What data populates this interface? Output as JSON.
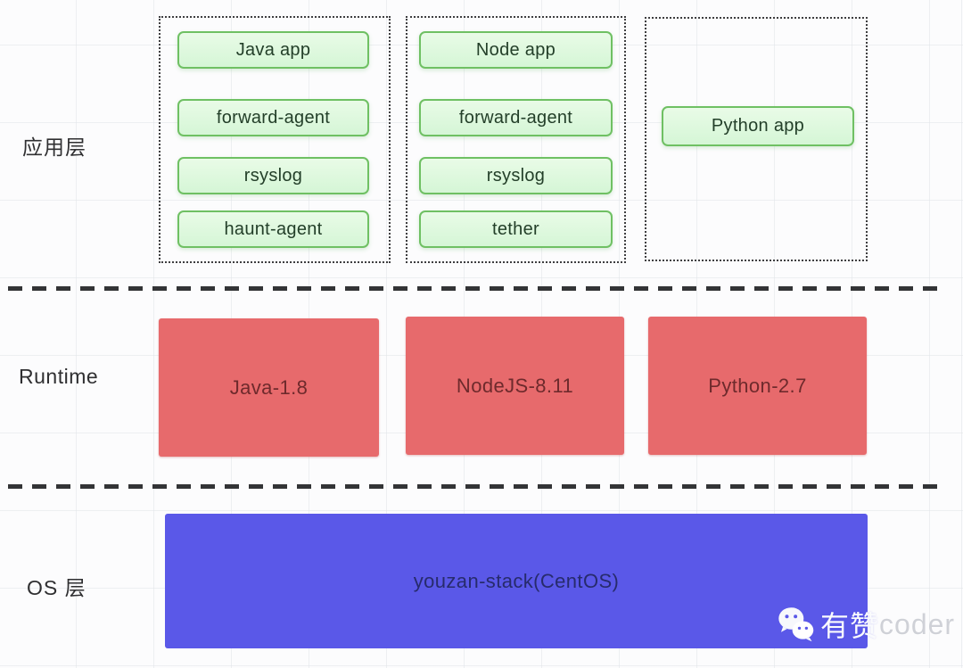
{
  "diagram": {
    "app_layer": {
      "label": "应用层",
      "groups": [
        {
          "name": "java-apps",
          "boxes": [
            "Java app",
            "forward-agent",
            "rsyslog",
            "haunt-agent"
          ]
        },
        {
          "name": "node-apps",
          "boxes": [
            "Node app",
            "forward-agent",
            "rsyslog",
            "tether"
          ]
        },
        {
          "name": "python-apps",
          "boxes": [
            "Python app"
          ]
        }
      ]
    },
    "runtime_layer": {
      "label": "Runtime",
      "boxes": [
        "Java-1.8",
        "NodeJS-8.11",
        "Python-2.7"
      ]
    },
    "os_layer": {
      "label": "OS 层",
      "box": "youzan-stack(CentOS)"
    }
  },
  "watermark": {
    "icon": "wechat-icon",
    "text_cn": "有赞",
    "text_en": "coder"
  },
  "colors": {
    "app_box_fill": "#dbf8da",
    "app_box_border": "#6fc063",
    "app_box_text": "#233f29",
    "runtime_box_fill": "#e76a6c",
    "runtime_box_text": "#6e2a2c",
    "os_box_fill": "#5a58e8",
    "os_box_text": "#272b6c",
    "divider": "#333436",
    "dotted_border": "#3e3e40"
  }
}
